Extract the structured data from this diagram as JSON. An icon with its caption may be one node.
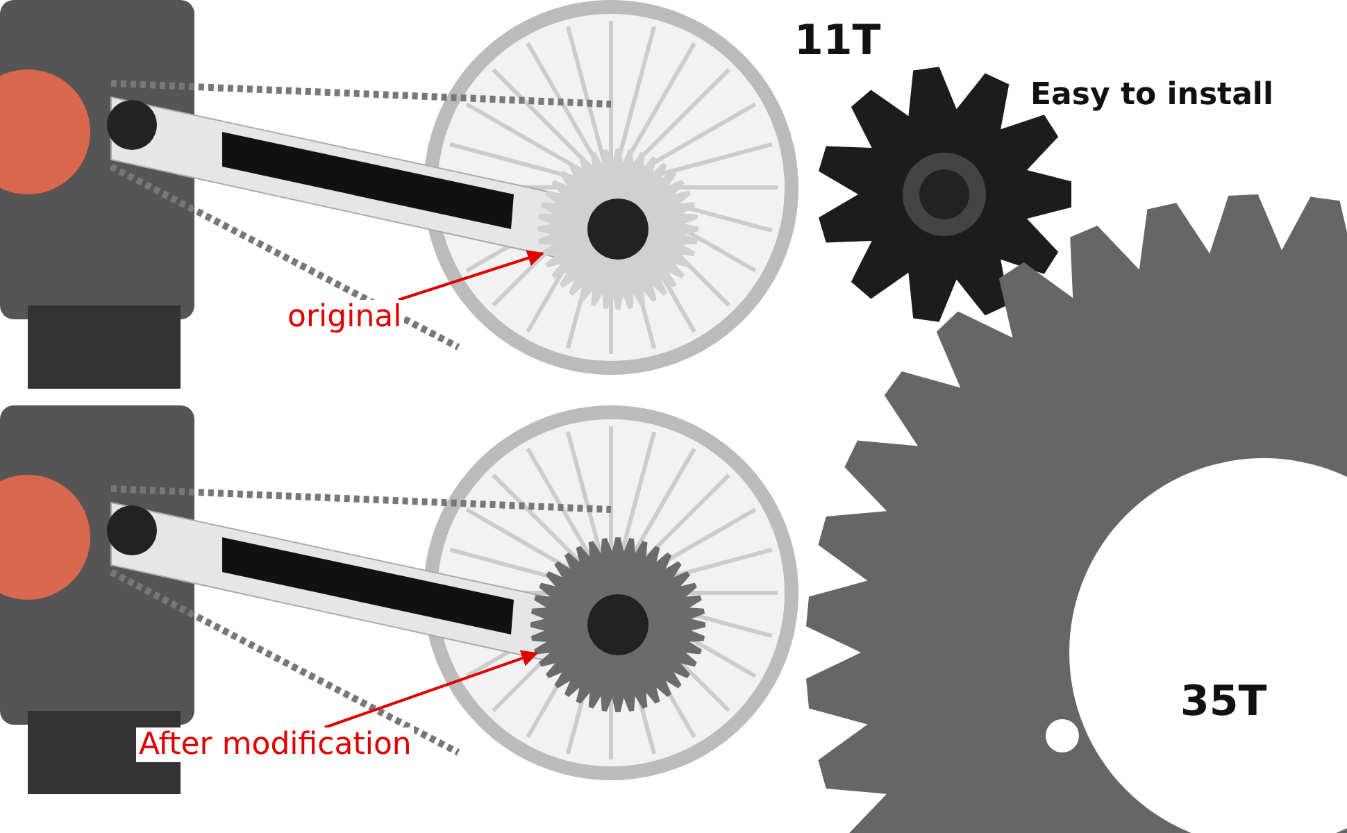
{
  "diagram": {
    "nodes": [
      {
        "text": [
          "original"
        ]
      },
      {
        "text": [],
        "shape": "picture"
      },
      {
        "text": [
          "After modification"
        ]
      },
      {
        "text": [],
        "shape": "picture"
      }
    ],
    "edges": [
      {
        "from": 0,
        "to": 1,
        "arrow": "to"
      },
      {
        "from": 2,
        "to": 3,
        "arrow": "to"
      }
    ],
    "labels": [
      "11T",
      "Easy to install",
      "35T"
    ]
  }
}
